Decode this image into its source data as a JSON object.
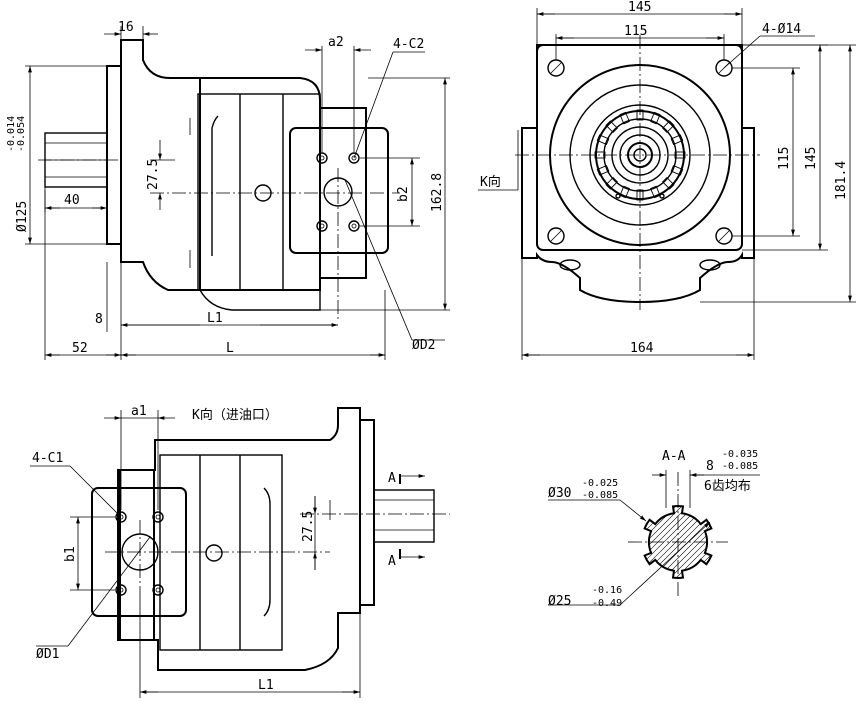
{
  "front_view": {
    "dims": {
      "flange_thk": "16",
      "a2": "a2",
      "port_bolts_top": "4-C2",
      "shaft_dia": "Ø125",
      "shaft_tol_upper": "-0.014",
      "shaft_tol_lower": "-0.054",
      "shaft_len": "40",
      "offset_27_5": "27.5",
      "b2": "b2",
      "height_162_8": "162.8",
      "dim_8": "8",
      "L1": "L1",
      "dim_52": "52",
      "L": "L",
      "D2": "ØD2"
    }
  },
  "side_view": {
    "dims": {
      "w145": "145",
      "w115": "115",
      "holes": "4-Ø14",
      "h115": "115",
      "h145": "145",
      "h181_4": "181.4",
      "w164": "164",
      "k_dir": "K向"
    }
  },
  "bottom_view": {
    "dims": {
      "a1": "a1",
      "title": "K向（进油口）",
      "port_bolts": "4-C1",
      "b1": "b1",
      "offset_27_5": "27.5",
      "D1": "ØD1",
      "L1": "L1",
      "section_mark": "A"
    }
  },
  "section_aa": {
    "title": "A-A",
    "key_width": "8",
    "key_tol_upper": "-0.035",
    "key_tol_lower": "-0.085",
    "teeth": "6齿均布",
    "major_dia": "Ø30",
    "major_tol_upper": "-0.025",
    "major_tol_lower": "-0.085",
    "minor_dia": "Ø25",
    "minor_tol_upper": "-0.16",
    "minor_tol_lower": "-0.49"
  }
}
